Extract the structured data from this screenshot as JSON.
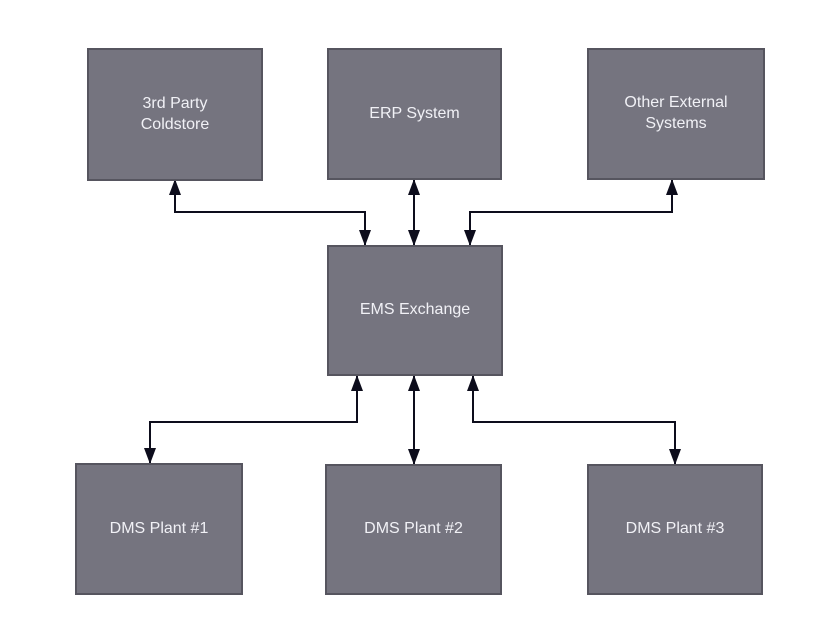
{
  "diagram": {
    "type": "system-integration-flowchart",
    "nodes": [
      {
        "id": "third-party-coldstore",
        "label": "3rd Party Coldstore"
      },
      {
        "id": "erp-system",
        "label": "ERP System"
      },
      {
        "id": "other-external-systems",
        "label": "Other External Systems"
      },
      {
        "id": "ems-exchange",
        "label": "EMS Exchange"
      },
      {
        "id": "dms-plant-1",
        "label": "DMS Plant #1"
      },
      {
        "id": "dms-plant-2",
        "label": "DMS Plant #2"
      },
      {
        "id": "dms-plant-3",
        "label": "DMS Plant #3"
      }
    ],
    "edges": [
      {
        "from": "ems-exchange",
        "to": "third-party-coldstore",
        "bidirectional": true
      },
      {
        "from": "ems-exchange",
        "to": "erp-system",
        "bidirectional": true
      },
      {
        "from": "ems-exchange",
        "to": "other-external-systems",
        "bidirectional": true
      },
      {
        "from": "ems-exchange",
        "to": "dms-plant-1",
        "bidirectional": true
      },
      {
        "from": "ems-exchange",
        "to": "dms-plant-2",
        "bidirectional": true
      },
      {
        "from": "ems-exchange",
        "to": "dms-plant-3",
        "bidirectional": true
      }
    ],
    "colors": {
      "node_fill": "#75747F",
      "node_border": "#56555F",
      "node_text": "#F1F1F6",
      "connector": "#0D0D1C",
      "background": "#FFFFFF"
    }
  }
}
